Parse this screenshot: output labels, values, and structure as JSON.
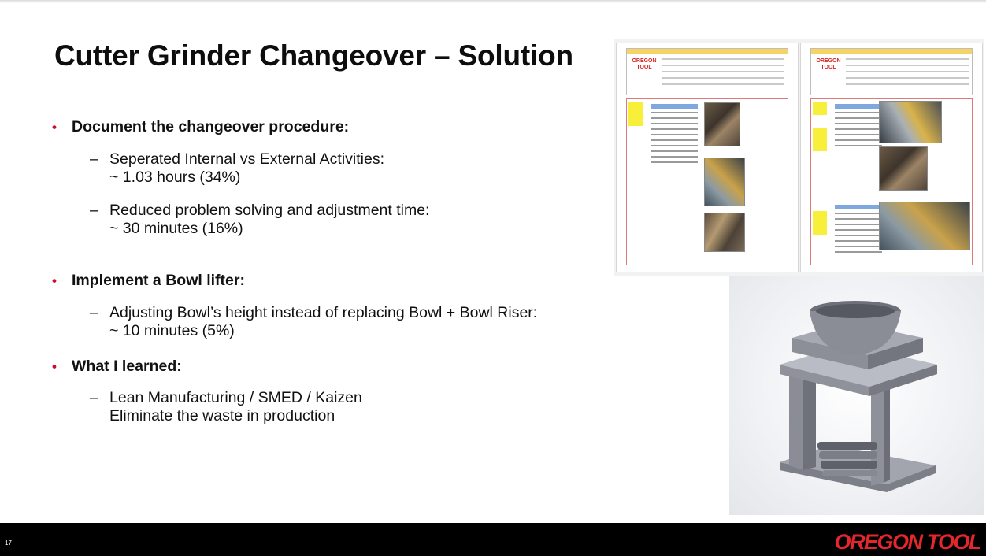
{
  "slide": {
    "title": "Cutter Grinder Changeover – Solution",
    "page_number": "17"
  },
  "bullets": [
    {
      "label": "Document the changeover procedure:",
      "subs": [
        {
          "line1": "Seperated Internal vs External Activities:",
          "line2": "~ 1.03 hours (34%)"
        },
        {
          "line1": "Reduced problem solving and adjustment time:",
          "line2": "~ 30 minutes (16%)"
        }
      ]
    },
    {
      "label": "Implement a Bowl lifter:",
      "subs": [
        {
          "line1": "Adjusting Bowl’s height instead of replacing Bowl + Bowl Riser:",
          "line2": "~ 10 minutes (5%)"
        }
      ]
    },
    {
      "label": "What I learned:",
      "subs": [
        {
          "line1": "Lean Manufacturing / SMED / Kaizen",
          "line2": "Eliminate the waste in production"
        }
      ]
    }
  ],
  "figures": {
    "document_logo_text": "OREGON TOOL"
  },
  "footer": {
    "brand": "OREGON TOOL"
  },
  "colors": {
    "bullet_red": "#c8102e",
    "brand_red": "#e4262d",
    "footer_bg": "#000000"
  }
}
